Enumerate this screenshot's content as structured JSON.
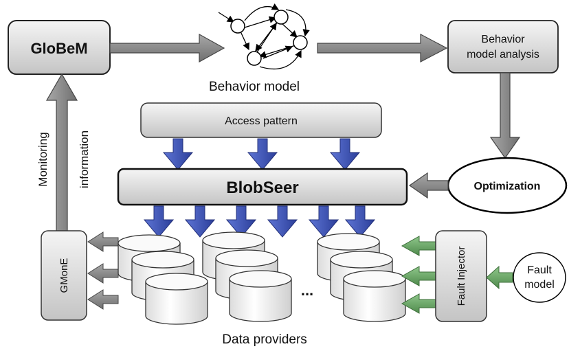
{
  "nodes": {
    "globem": "GloBeM",
    "behavior_model": "Behavior model",
    "behavior_analysis_line1": "Behavior",
    "behavior_analysis_line2": "model analysis",
    "access_pattern": "Access pattern",
    "blobseer": "BlobSeer",
    "optimization": "Optimization",
    "gmone": "GMonE",
    "fault_injector": "Fault Injector",
    "fault_model_line1": "Fault",
    "fault_model_line2": "model",
    "data_providers": "Data providers",
    "monitoring": "Monitoring",
    "information": "information",
    "ellipsis": "..."
  },
  "colors": {
    "box_fill_top": "#f4f4f4",
    "box_fill_bottom": "#c9c9c9",
    "gray_arrow": "#8c8c8c",
    "blue_arrow": "#3f57b8",
    "green_arrow": "#6fa86c"
  }
}
